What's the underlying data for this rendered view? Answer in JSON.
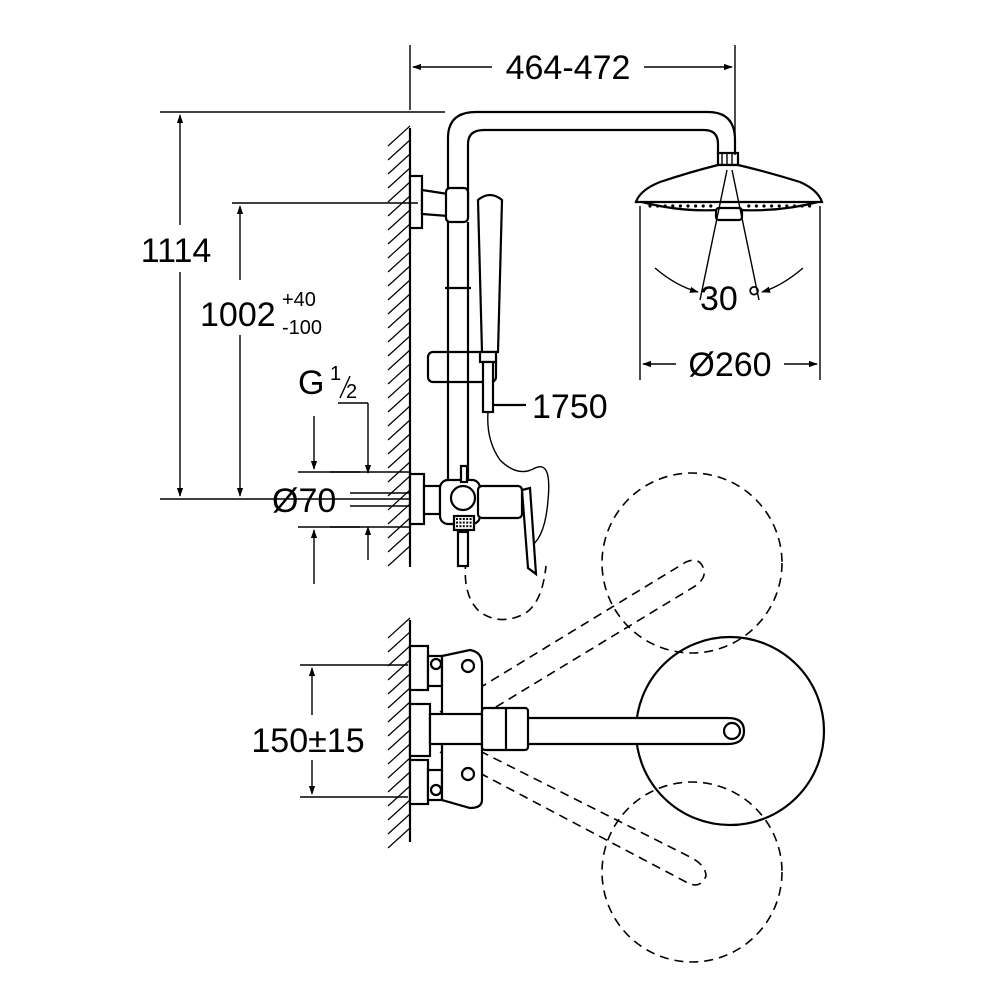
{
  "dimensions": {
    "arm_reach": "464-472",
    "total_height": "1114",
    "head_height_main": "1002",
    "head_height_plus": "+40",
    "head_height_minus": "-100",
    "thread_prefix": "G",
    "thread_num": "1",
    "thread_den": "2",
    "rosette_diameter": "Ø70",
    "hose_length": "1750",
    "spray_angle": "30 °",
    "head_diameter": "Ø260",
    "inlet_spacing": "150±15"
  },
  "colors": {
    "line": "#000000",
    "background": "#ffffff"
  }
}
